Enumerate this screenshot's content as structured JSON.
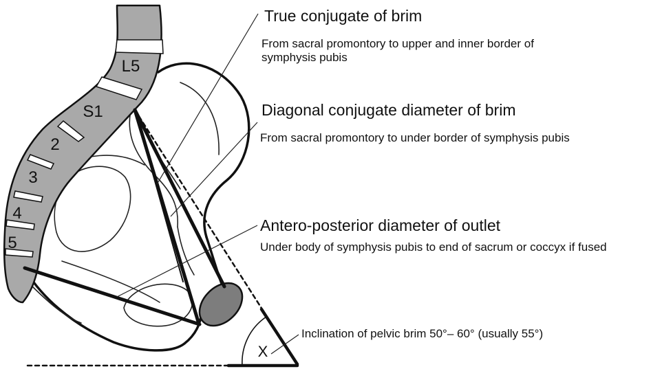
{
  "vertebrae": [
    "L5",
    "S1",
    "2",
    "3",
    "4",
    "5"
  ],
  "callouts": [
    {
      "title": "True conjugate of brim",
      "description": "From sacral promontory to upper and inner border of symphysis pubis"
    },
    {
      "title": "Diagonal conjugate diameter of brim",
      "description": "From sacral promontory to under border of symphysis pubis"
    },
    {
      "title": "Antero-posterior diameter of outlet",
      "description": "Under body of symphysis pubis to end of sacrum or coccyx if fused"
    }
  ],
  "angle": {
    "label": "X",
    "caption": "Inclination of pelvic brim 50°– 60° (usually 55°)"
  }
}
